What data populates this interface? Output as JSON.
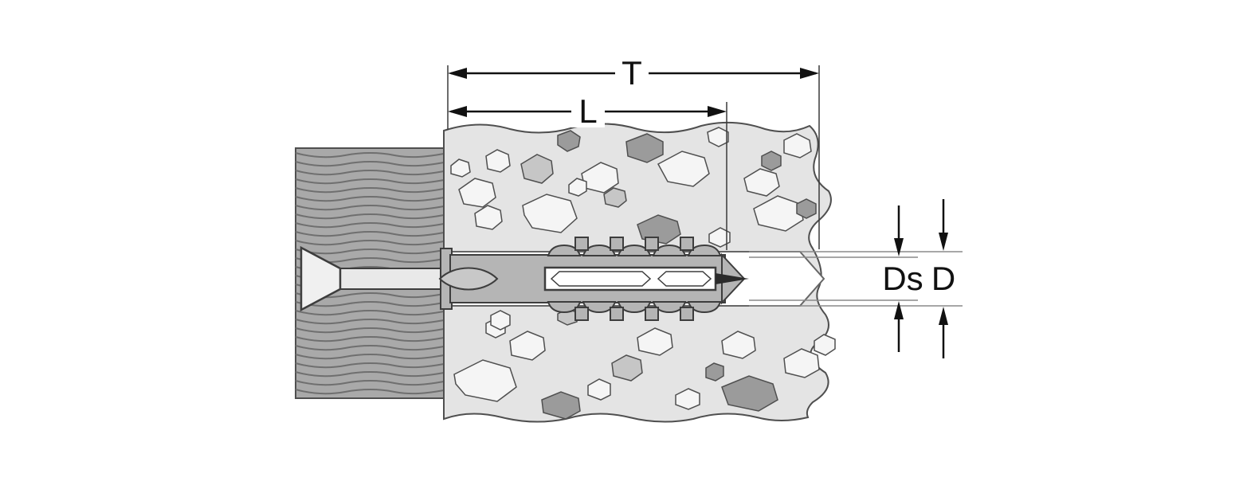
{
  "diagram": {
    "labels": {
      "total": "T",
      "length": "L",
      "ds": "Ds",
      "d": "D"
    }
  },
  "colors": {
    "background": "#ffffff",
    "wood": "#a9a9a9",
    "wood_grain": "#6f6f6f",
    "concrete": "#e4e4e4",
    "stone_light": "#f5f5f5",
    "stone_mid": "#c6c6c6",
    "stone_dark": "#9b9b9b",
    "anchor": "#b5b5b5",
    "anchor_collar": "#c8c8c8",
    "screw": "#f0f0f0",
    "screw_shank": "#e9e9e9",
    "screw_tip": "#2b2b2b",
    "slot": "#ffffff",
    "hole": "#ffffff",
    "dimension": "#111111"
  }
}
